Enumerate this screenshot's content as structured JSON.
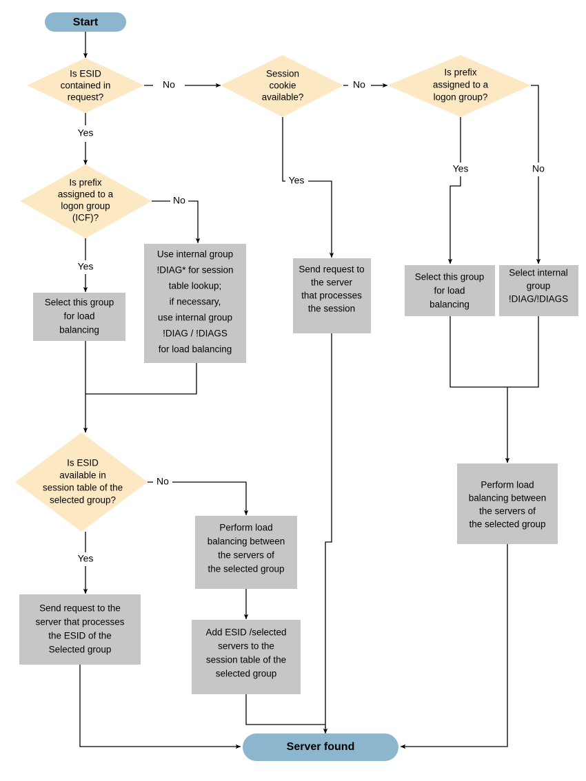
{
  "diagram": {
    "title": "SAP Web Dispatcher server selection flowchart",
    "colors": {
      "decision_fill": "#FCE9C4",
      "process_fill": "#C6C6C6",
      "terminator_fill": "#8CB6CE",
      "connector": "#000000",
      "background": "#FFFFFF"
    }
  },
  "nodes": {
    "start": {
      "label": "Start",
      "type": "terminator"
    },
    "end": {
      "label": "Server found",
      "type": "terminator"
    },
    "d_esid_request": {
      "type": "decision",
      "lines": [
        "Is ESID",
        "contained in",
        "request?"
      ]
    },
    "d_session_cookie": {
      "type": "decision",
      "lines": [
        "Session",
        "cookie",
        "available?"
      ]
    },
    "d_prefix_logon": {
      "type": "decision",
      "lines": [
        "Is prefix",
        "assigned to a",
        "logon group?"
      ]
    },
    "d_prefix_icf": {
      "type": "decision",
      "lines": [
        "Is prefix",
        "assigned to a",
        "logon group",
        "(ICF)?"
      ]
    },
    "d_esid_session_table": {
      "type": "decision",
      "lines": [
        "Is ESID",
        "available in",
        "session table of the",
        "selected group?"
      ]
    },
    "p_select_group_left": {
      "type": "process",
      "lines": [
        "Select this group",
        "for load",
        "balancing"
      ]
    },
    "p_use_internal_group": {
      "type": "process",
      "lines": [
        "Use internal group",
        "!DIAG* for session",
        "table lookup;",
        "if necessary,",
        "use internal group",
        "!DIAG / !DIAGS",
        "for load balancing"
      ]
    },
    "p_send_request_session": {
      "type": "process",
      "lines": [
        "Send request to",
        "the server",
        "that processes",
        "the session"
      ]
    },
    "p_select_group_right": {
      "type": "process",
      "lines": [
        "Select this group",
        "for load",
        "balancing"
      ]
    },
    "p_select_internal_group": {
      "type": "process",
      "lines": [
        "Select internal",
        "group",
        "!DIAG/!DIAGS"
      ]
    },
    "p_perform_lb_right": {
      "type": "process",
      "lines": [
        "Perform load",
        "balancing between",
        "the servers of",
        "the selected group"
      ]
    },
    "p_perform_lb_mid": {
      "type": "process",
      "lines": [
        "Perform load",
        "balancing between",
        "the servers of",
        "the selected group"
      ]
    },
    "p_add_esid": {
      "type": "process",
      "lines": [
        "Add ESID /selected",
        "servers to the",
        "session table of the",
        "selected group"
      ]
    },
    "p_send_request_esid": {
      "type": "process",
      "lines": [
        "Send request to the",
        "server that processes",
        "the ESID of the",
        "Selected group"
      ]
    }
  },
  "edge_labels": {
    "esid_request_no": "No",
    "esid_request_yes": "Yes",
    "session_cookie_no": "No",
    "session_cookie_yes": "Yes",
    "prefix_logon_yes": "Yes",
    "prefix_logon_no": "No",
    "prefix_icf_no": "No",
    "prefix_icf_yes": "Yes",
    "esid_table_no": "No",
    "esid_table_yes": "Yes"
  }
}
